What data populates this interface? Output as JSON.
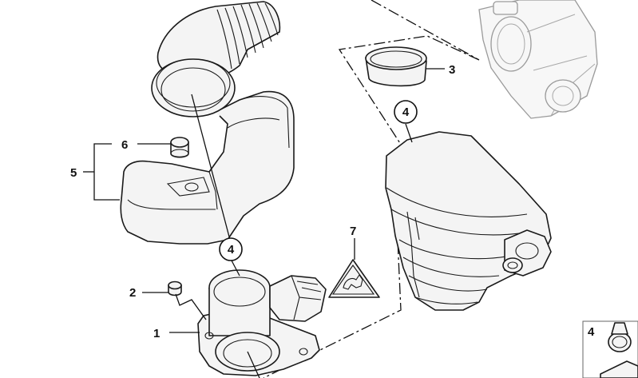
{
  "callouts": {
    "c1": "1",
    "c2": "2",
    "c3": "3",
    "c4_top": "4",
    "c4_mid": "4",
    "c4_legend": "4",
    "c5": "5",
    "c6": "6",
    "c7": "7"
  },
  "colors": {
    "line": "#1a1a1a",
    "ghost_line": "#9a9a9a",
    "part_fill": "#f4f4f4"
  }
}
